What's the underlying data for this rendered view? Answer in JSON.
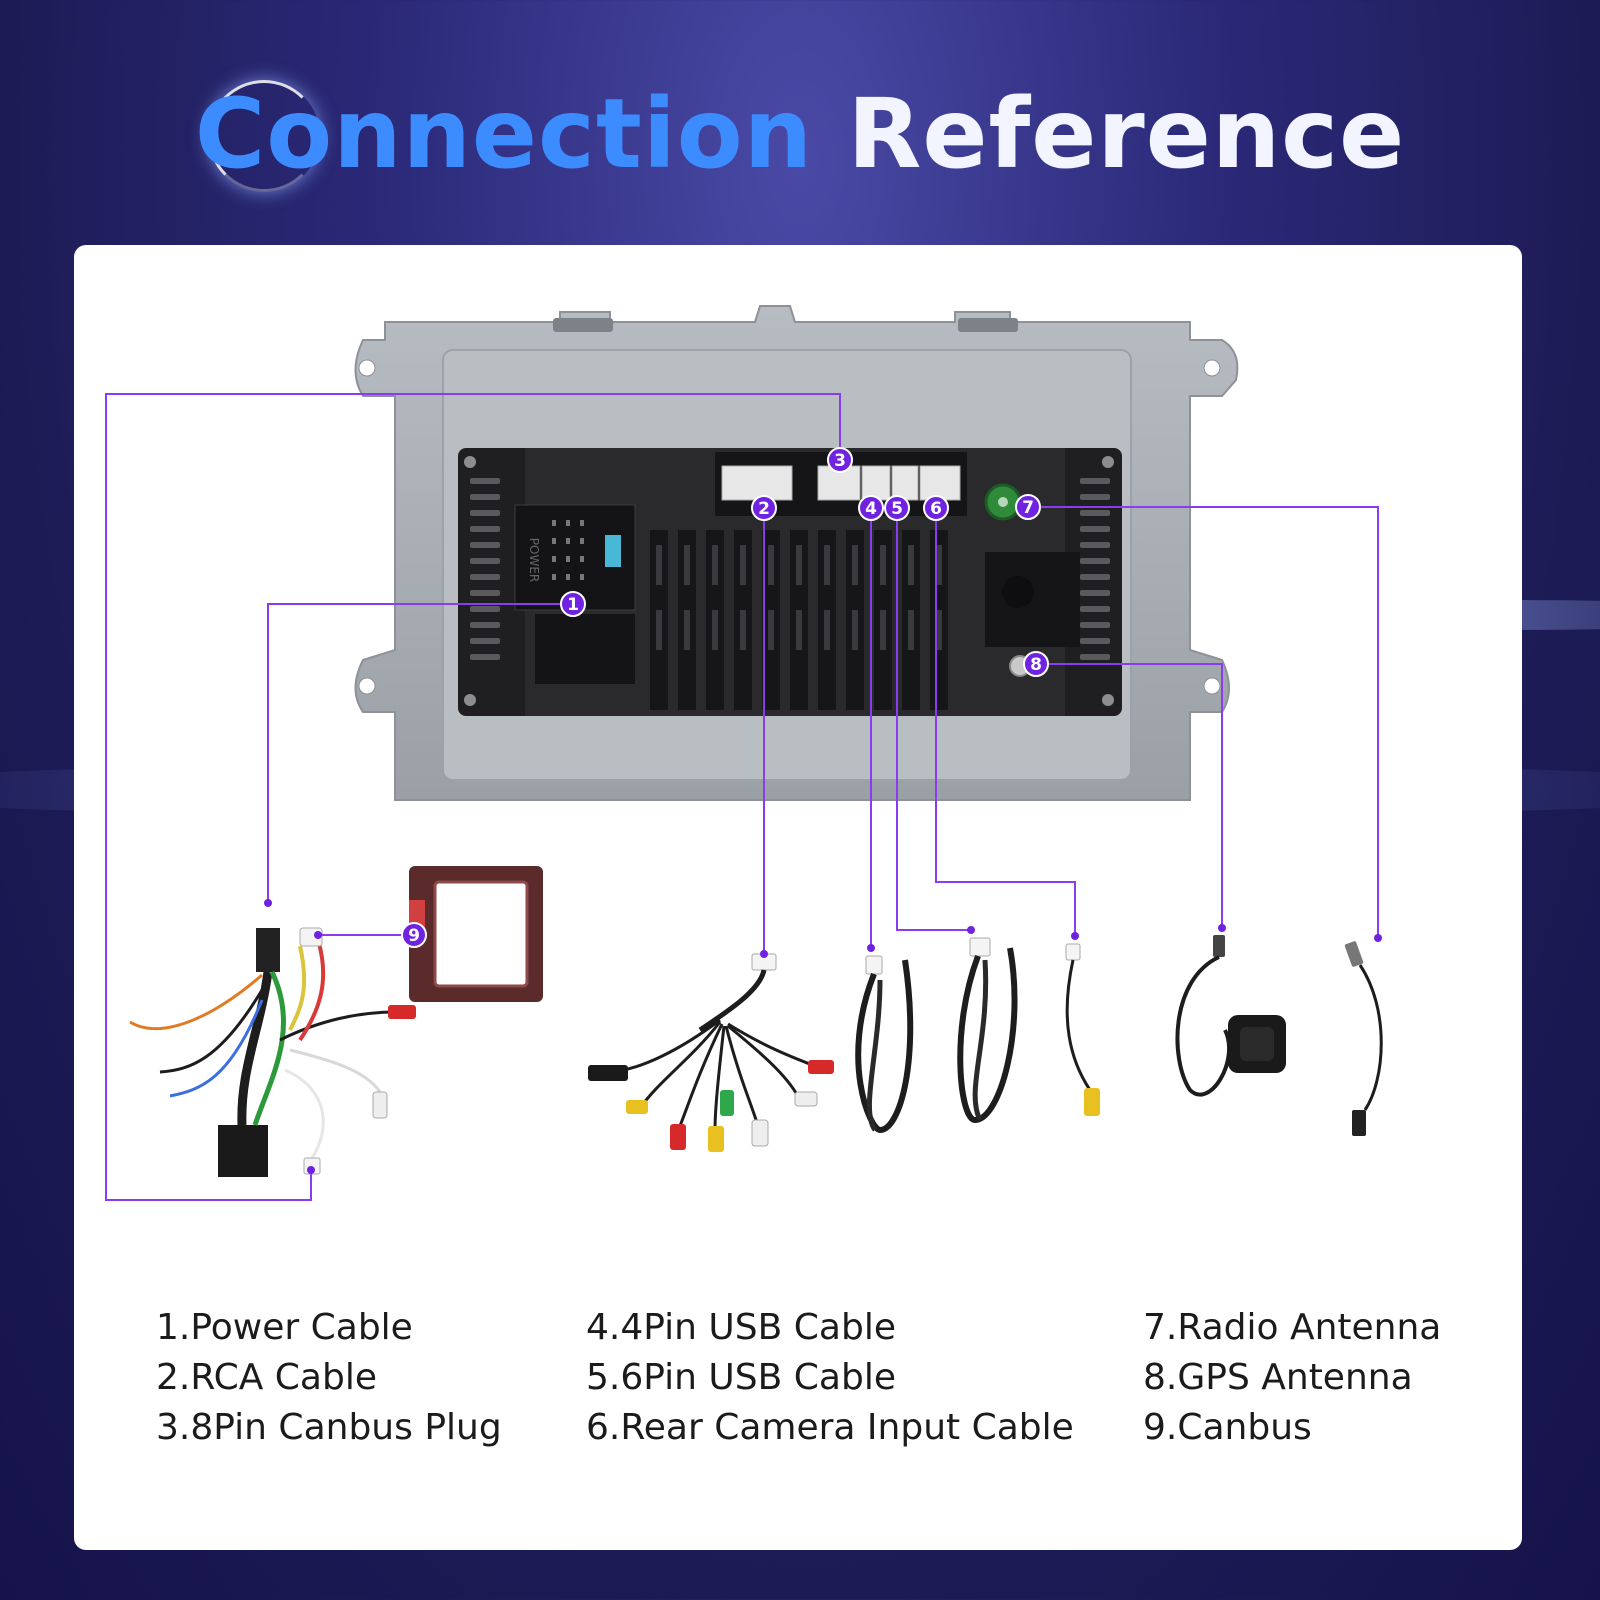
{
  "header": {
    "title_part1": "Connection",
    "title_part2": "Reference"
  },
  "markers": [
    "1",
    "2",
    "3",
    "4",
    "5",
    "6",
    "7",
    "8",
    "9"
  ],
  "legend": {
    "col1": [
      "1.Power Cable",
      "2.RCA Cable",
      "3.8Pin Canbus Plug"
    ],
    "col2": [
      "4.4Pin USB Cable",
      "5.6Pin USB Cable",
      "6.Rear Camera Input Cable"
    ],
    "col3": [
      "7.Radio Antenna",
      "8.GPS Antenna",
      "9.Canbus"
    ]
  },
  "unit_labels": {
    "power": "POWER"
  },
  "colors": {
    "title_accent": "#3d8cff",
    "title_main": "#f2f4ff",
    "leader_line": "#8a3cf0",
    "marker_fill": "#6f22e0",
    "background": "#1d1b55",
    "panel": "#ffffff"
  }
}
